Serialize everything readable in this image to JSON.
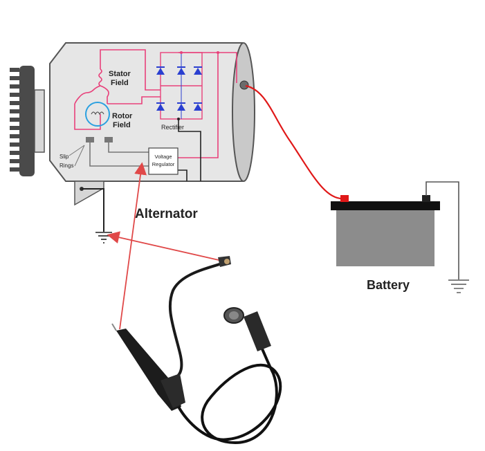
{
  "labels": {
    "stator_field_line1": "Stator",
    "stator_field_line2": "Field",
    "rotor_field_line1": "Rotor",
    "rotor_field_line2": "Field",
    "rectifier": "Rectifier",
    "slip_rings_line1": "Slip",
    "slip_rings_line2": "Rings",
    "voltage_regulator_line1": "Voltage",
    "voltage_regulator_line2": "Regulator",
    "alternator": "Alternator",
    "battery": "Battery"
  },
  "colors": {
    "housing": "#e6e6e6",
    "housing_stroke": "#555555",
    "pink_wire": "#e8407a",
    "red_wire": "#e01818",
    "diode": "#2a3fd0",
    "probe_arrow": "#e04848",
    "battery_body": "#8c8c8c",
    "battery_top": "#111111"
  },
  "icons": {
    "probe": "oscilloscope-probe-icon",
    "ground": "ground-symbol-icon",
    "pulley": "pulley-icon"
  }
}
